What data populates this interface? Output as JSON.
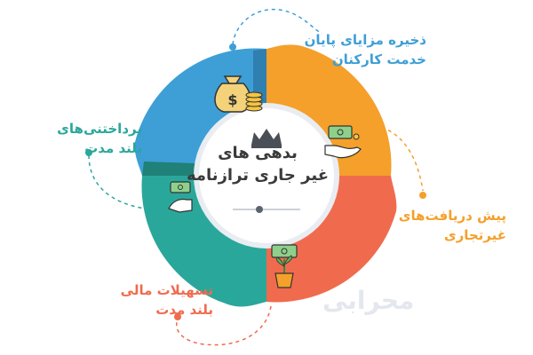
{
  "center": {
    "line1": "بدهی های",
    "line2": "غیر جاری ترازنامه"
  },
  "items": [
    {
      "line1": "ذخیره مزایای پایان",
      "line2": "خدمت کارکنان",
      "color": "#3d9fd6"
    },
    {
      "line1": "پیش دریافت‌های",
      "line2": "غیرتجاری",
      "color": "#f4a02b"
    },
    {
      "line1": "تسهیلات مالی",
      "line2": "بلند مدت",
      "color": "#f06b4e"
    },
    {
      "line1": "پرداختنی‌های",
      "line2": "بلند مدت",
      "color": "#2aa79b"
    }
  ],
  "icons": [
    "money-bag-icon",
    "hand-cash-icon",
    "money-plant-icon",
    "hand-cash-icon"
  ],
  "watermark": "محرابی"
}
